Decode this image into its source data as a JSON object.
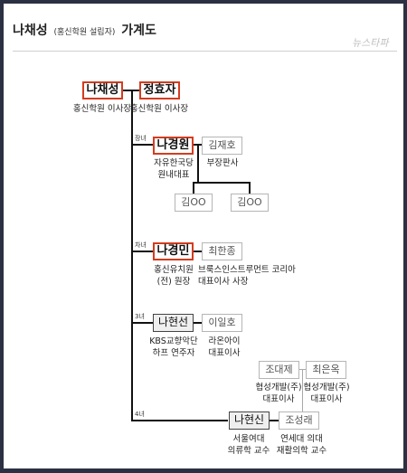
{
  "title": {
    "name": "나채성",
    "subtitle": "(홍신학원 설립자)",
    "suffix": "가계도"
  },
  "watermark": "뉴스타파",
  "founder": {
    "name": "나채성",
    "role": "홍신학원 이사장"
  },
  "spouse": {
    "name": "정효자",
    "role": "홍신학원 이사장"
  },
  "children": [
    {
      "order": "장녀",
      "name": "나경원",
      "role": [
        "자유한국당",
        "원내대표"
      ],
      "spouse": {
        "name": "김재호",
        "role": [
          "부장판사"
        ]
      },
      "kids": [
        "김OO",
        "김OO"
      ]
    },
    {
      "order": "차녀",
      "name": "나경민",
      "role": [
        "홍신유치원",
        "(전) 원장"
      ],
      "spouse": {
        "name": "최한종",
        "role": [
          "브룩스인스트루먼트 코리아",
          "대표이사 사장"
        ]
      }
    },
    {
      "order": "3녀",
      "name": "나현선",
      "role": [
        "KBS교향악단",
        "하프 연주자"
      ],
      "spouse": {
        "name": "이일호",
        "role": [
          "라온아이",
          "대표이사"
        ]
      }
    },
    {
      "order": "4녀",
      "name": "나현신",
      "role": [
        "서울여대",
        "의류학 교수"
      ],
      "spouse": {
        "name": "조성래",
        "role": [
          "연세대 의대",
          "재활의학 교수"
        ]
      },
      "spouse_parents": [
        {
          "name": "조대제",
          "role": [
            "협성개발(주)",
            "대표이사"
          ]
        },
        {
          "name": "최은옥",
          "role": [
            "협성개발(주)",
            "대표이사"
          ]
        }
      ]
    }
  ]
}
